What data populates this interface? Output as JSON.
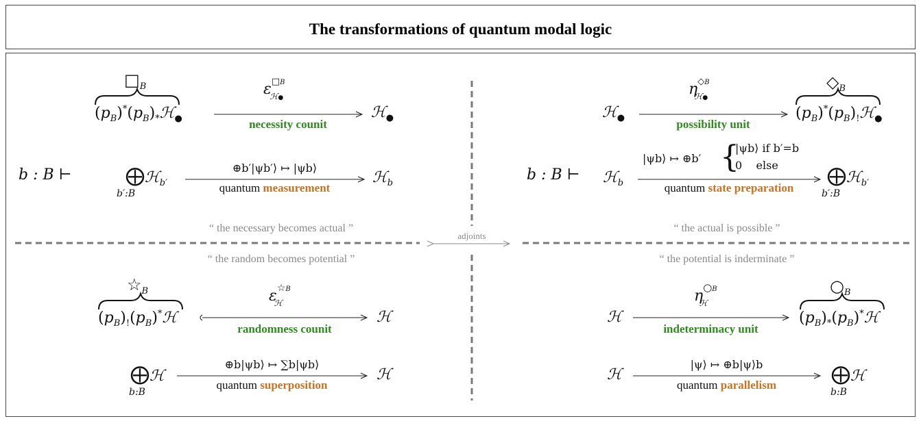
{
  "title": "The transformations of quantum modal logic",
  "context": "b : B ⊢",
  "center_label": "adjoints",
  "quotes": {
    "necessary": "“ the necessary becomes actual ”",
    "actual": "“ the actual is possible ”",
    "random": "“ the random becomes potential ”",
    "potential": "“ the potential is inderminate ”"
  },
  "q1": {
    "brace_symbol": "□",
    "brace_sub": "B",
    "left": "(pB)*(pB)*",
    "left_h": "ℋ",
    "right_h": "ℋ",
    "arrow1_top": "ε",
    "arrow1_label": "necessity counit",
    "sum_h": "ℋ",
    "sum_sub": "b′",
    "sum_index": "b′:B",
    "target_h": "ℋ",
    "target_sub": "b",
    "arrow2_top": "⊕b′|ψb′⟩ ↦ |ψb⟩",
    "arrow2_prefix": "quantum",
    "arrow2_label": "measurement"
  },
  "q2": {
    "source_h": "ℋ",
    "arrow1_top": "η",
    "arrow1_label": "possibility unit",
    "brace_symbol": "◇",
    "brace_sub": "B",
    "right_h": "ℋ",
    "src2_h": "ℋ",
    "src2_sub": "b",
    "arrow2_top": "|ψb⟩ ↦ ⊕b′",
    "case1": "|ψb⟩ if b′=b",
    "case2": "0    else",
    "arrow2_prefix": "quantum",
    "arrow2_label": "state preparation",
    "sum_h": "ℋ",
    "sum_sub": "b′",
    "sum_index": "b′:B"
  },
  "q3": {
    "brace_symbol": "☆",
    "brace_sub": "B",
    "left_h": "ℋ",
    "arrow1_top": "ε",
    "arrow1_label": "randomness counit",
    "target_h": "ℋ",
    "sum_h": "ℋ",
    "sum_index": "b:B",
    "arrow2_top": "⊕b|ψb⟩ ↦ ∑b|ψb⟩",
    "arrow2_prefix": "quantum",
    "arrow2_label": "superposition",
    "target2_h": "ℋ"
  },
  "q4": {
    "source_h": "ℋ",
    "arrow1_top": "η",
    "arrow1_label": "indeterminacy unit",
    "brace_symbol": "○",
    "brace_sub": "B",
    "right_h": "ℋ",
    "src2_h": "ℋ",
    "arrow2_top": "|ψ⟩ ↦ ⊕b|ψ⟩b",
    "arrow2_prefix": "quantum",
    "arrow2_label": "parallelism",
    "sum_h": "ℋ",
    "sum_index": "b:B"
  },
  "colors": {
    "green": "#2e8b1e",
    "orange": "#c87322",
    "quote": "#8a8a8a",
    "dash": "#7a7a7a"
  }
}
